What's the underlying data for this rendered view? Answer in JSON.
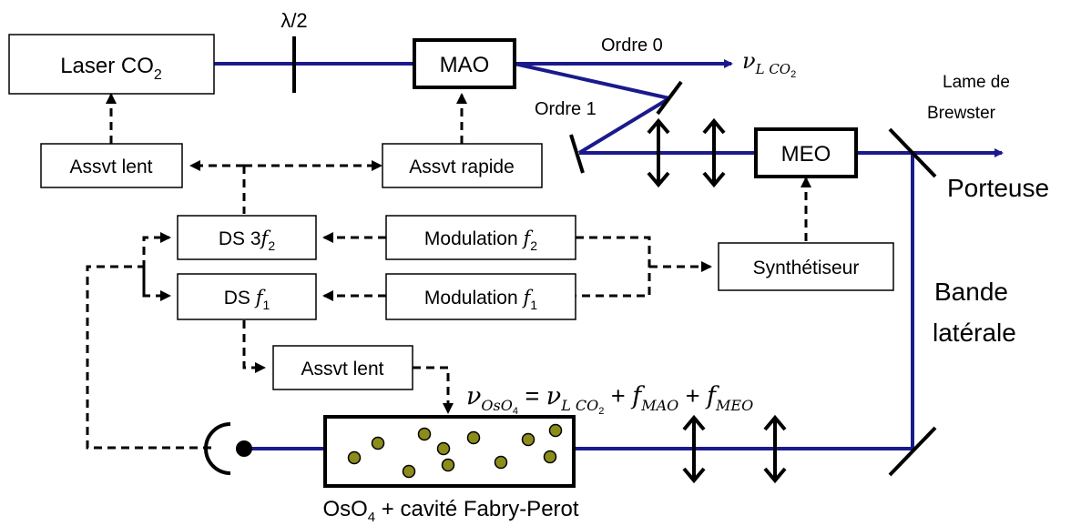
{
  "blocks": {
    "laser": "Laser CO",
    "laser_sub": "2",
    "mao": "MAO",
    "meo": "MEO",
    "assvt_lent_top": "Assvt lent",
    "assvt_rapide": "Assvt rapide",
    "ds3f2": "DS 3",
    "ds3f2_var": "f",
    "ds3f2_sub": "2",
    "dsf1": "DS ",
    "dsf1_var": "f",
    "dsf1_sub": "1",
    "mod_f2": "Modulation ",
    "mod_f2_var": "f",
    "mod_f2_sub": "2",
    "mod_f1": "Modulation ",
    "mod_f1_var": "f",
    "mod_f1_sub": "1",
    "synth": "Synthétiseur",
    "assvt_lent_bottom": "Assvt lent"
  },
  "labels": {
    "lambda2": "λ/2",
    "ordre0": "Ordre 0",
    "ordre1": "Ordre 1",
    "nu_main": "ν",
    "nu_sub": "L CO",
    "nu_sub2": "2",
    "lame1": "Lame de",
    "lame2": "Brewster",
    "porteuse": "Porteuse",
    "bande1": "Bande",
    "bande2": "latérale",
    "cell_caption_main": "OsO",
    "cell_caption_sub": "4",
    "cell_caption_rest": " + cavité Fabry-Perot"
  },
  "equation": {
    "nu": "ν",
    "nu_os": "OsO",
    "nu_os_sub": "4",
    "eq": " = ",
    "nu2": "ν",
    "nu2_sub": "L CO",
    "nu2_sub2": "2",
    "plus1": " + ",
    "f_mao": "f",
    "f_mao_sub": "MAO",
    "plus2": " + ",
    "f_meo": "f",
    "f_meo_sub": "MEO"
  },
  "colors": {
    "beam": "#1a1a8c",
    "particle": "#8c8c1a",
    "line": "#000000"
  }
}
